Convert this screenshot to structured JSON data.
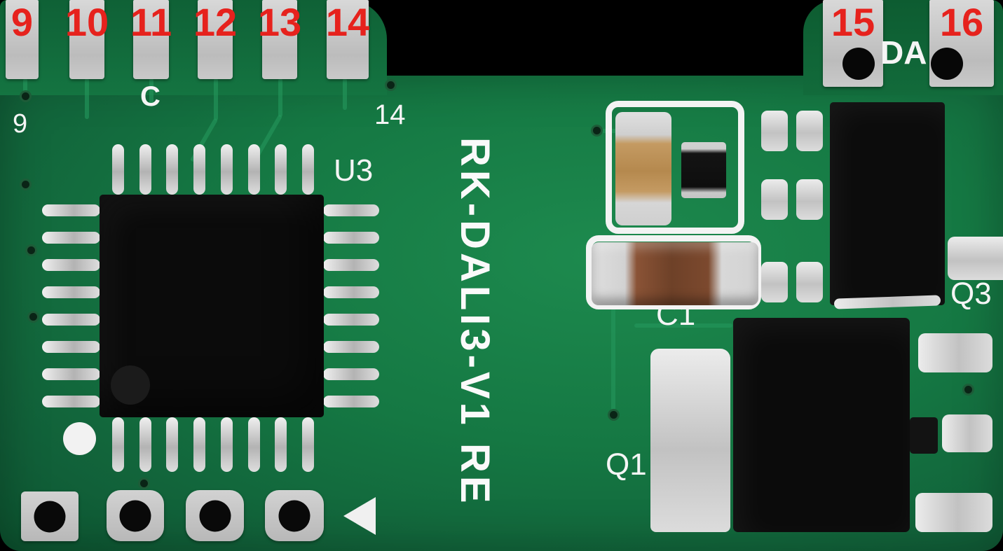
{
  "board": {
    "title": "RK-DALI3-V1 RE"
  },
  "edge_pads": {
    "left": [
      "9",
      "10",
      "11",
      "12",
      "13",
      "14"
    ],
    "right": [
      "15",
      "16"
    ]
  },
  "silkscreen": {
    "title_vertical": "RK-DALI3-V1 RE",
    "da": "DA",
    "c": "C",
    "pin9": "9",
    "pin14": "14",
    "u3": "U3",
    "c1": "C1",
    "q1": "Q1",
    "q3": "Q3"
  },
  "colors": {
    "pcb_green": "#147440",
    "pad_silver": "#c4c4c4",
    "pad_number_red": "#e6221d",
    "silkscreen_white": "#f5f5f5",
    "ic_black": "#0b0b0b",
    "capacitor_tan": "#c49a62",
    "capacitor_brown": "#7b4a31",
    "solder_silver": "#d6d6d6",
    "background_black": "#000000"
  }
}
